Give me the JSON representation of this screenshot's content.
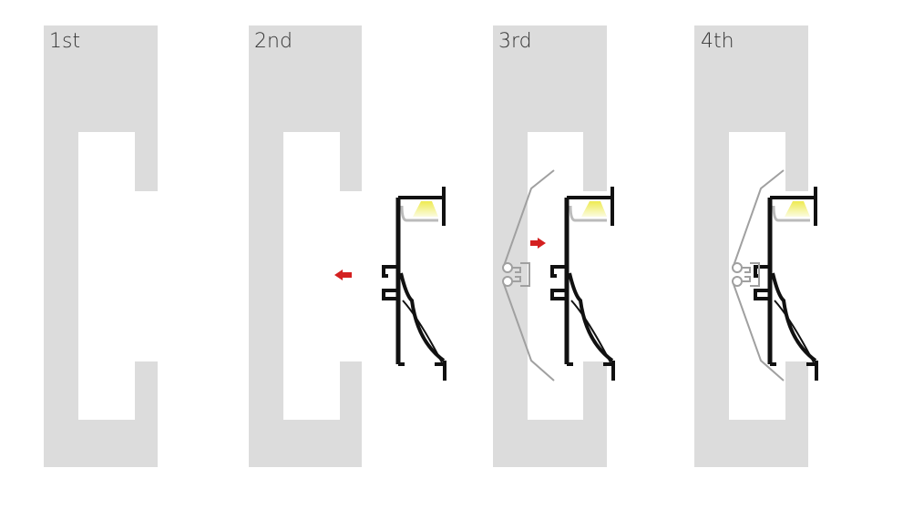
{
  "steps": [
    {
      "label": "1st"
    },
    {
      "label": "2nd"
    },
    {
      "label": "3rd"
    },
    {
      "label": "4th"
    }
  ],
  "colors": {
    "wall": "#dcdcdc",
    "profile": "#111111",
    "clip": "#a0a0a0",
    "arrow": "#d42020",
    "led": "#f2ef7a"
  }
}
